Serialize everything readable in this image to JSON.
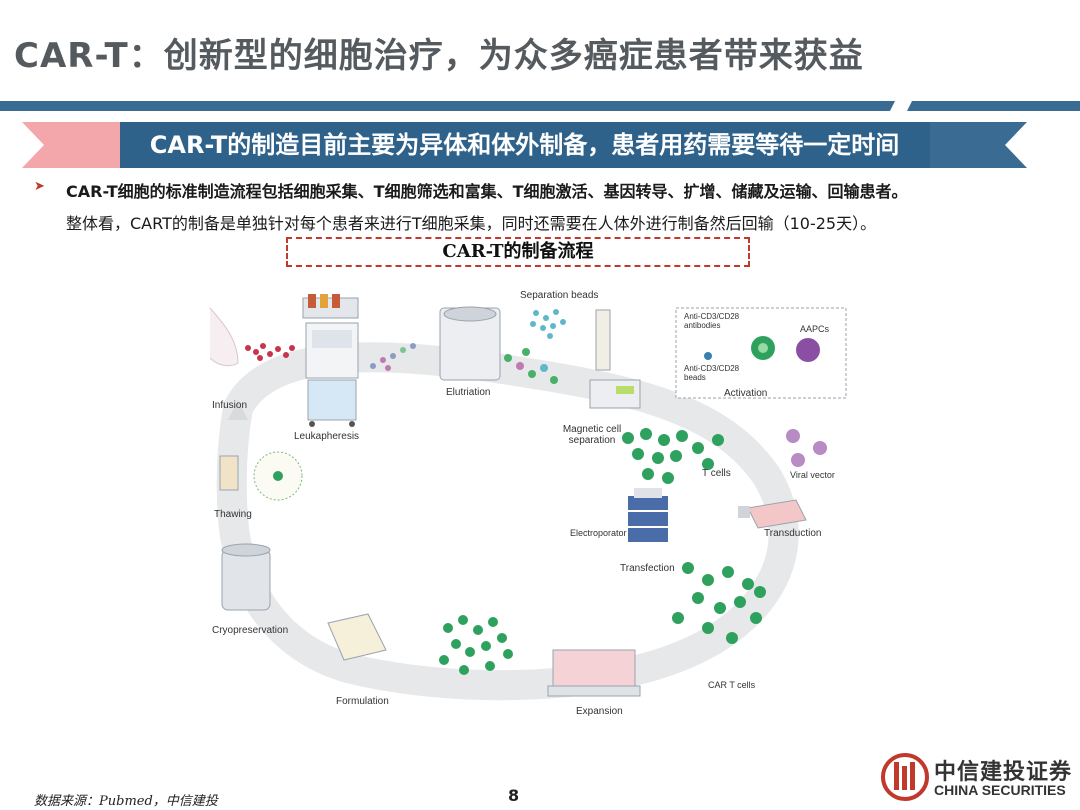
{
  "header": {
    "title": "CAR-T：创新型的细胞治疗，为众多癌症患者带来获益"
  },
  "banner": {
    "text": "CAR-T的制造目前主要为异体和体外制备，患者用药需要等待一定时间"
  },
  "bullet": {
    "line1": "CAR-T细胞的标准制造流程包括细胞采集、T细胞筛选和富集、T细胞激活、基因转导、扩增、储藏及运输、回输患者。",
    "line2": "整体看，CART的制备是单独针对每个患者来进行T细胞采集，同时还需要在人体外进行制备然后回输（10-25天）。"
  },
  "figure": {
    "title": "CAR-T的制备流程",
    "labels": {
      "separation_beads": "Separation beads",
      "anti_antibodies": "Anti-CD3/CD28\nantibodies",
      "aapcs": "AAPCs",
      "anti_beads": "Anti-CD3/CD28\nbeads",
      "activation": "Activation",
      "infusion": "Infusion",
      "leukapheresis": "Leukapheresis",
      "elutriation": "Elutriation",
      "magnetic": "Magnetic cell\nseparation",
      "t_cells": "T cells",
      "viral_vector": "Viral vector",
      "thawing": "Thawing",
      "transduction": "Transduction",
      "electroporator": "Electroporator",
      "transfection": "Transfection",
      "cryopreservation": "Cryopreservation",
      "car_t_cells": "CAR T cells",
      "formulation": "Formulation",
      "expansion": "Expansion"
    }
  },
  "footer": {
    "source": "数据来源：Pubmed，中信建投",
    "page": "8",
    "logo_zh": "中信建投证券",
    "logo_en": "CHINA SECURITIES"
  },
  "colors": {
    "accent_blue": "#2b5f8a",
    "accent_red": "#c0392b",
    "banner_pink": "#f5a5a8"
  }
}
